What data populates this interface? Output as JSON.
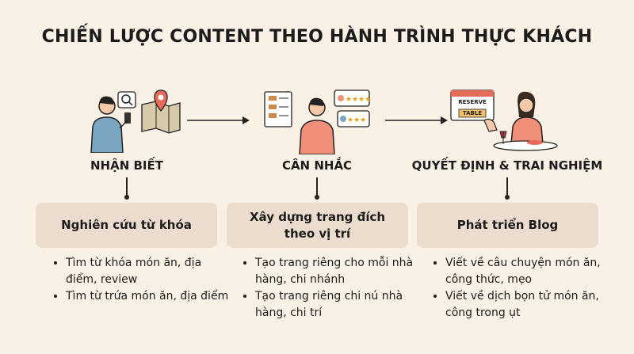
{
  "title": "CHIẾN LƯỢC CONTENT THEO HÀNH TRÌNH THỰC KHÁCH",
  "stages": [
    {
      "label": "NHẬN BIẾT",
      "card": "Nghiên cứu từ khóa",
      "bullets": [
        "Tìm từ khóa món ăn, địa điểm, review",
        "Tìm từ trứa món ăn, địa điểm"
      ],
      "icon": "person-phone-map-icon"
    },
    {
      "label": "CÂN NHẮC",
      "card": "Xây dựng trang đích theo vị trí",
      "bullets": [
        "Tạo trang riêng cho mỗi nhà hàng, chi nhánh",
        "Tạo trang riêng chi nú nhà hàng, chi trí"
      ],
      "icon": "person-menu-reviews-icon"
    },
    {
      "label": "QUYẾT ĐỊNH & TRAI NGHIỆM",
      "card": "Phát triển Blog",
      "bullets": [
        "Viết về câu chuyện món ăn, công thức, mẹo",
        "Viết về dịch bọn tử món ăn, công trong ụt"
      ],
      "icon": "woman-dining-reserve-icon",
      "reserve_line1": "RESERVE",
      "reserve_line2": "TABLE"
    }
  ],
  "colors": {
    "background": "#faf1e6",
    "card": "#ecdccd",
    "shirt_blue": "#7aa6c2",
    "shirt_coral": "#f0907a"
  }
}
